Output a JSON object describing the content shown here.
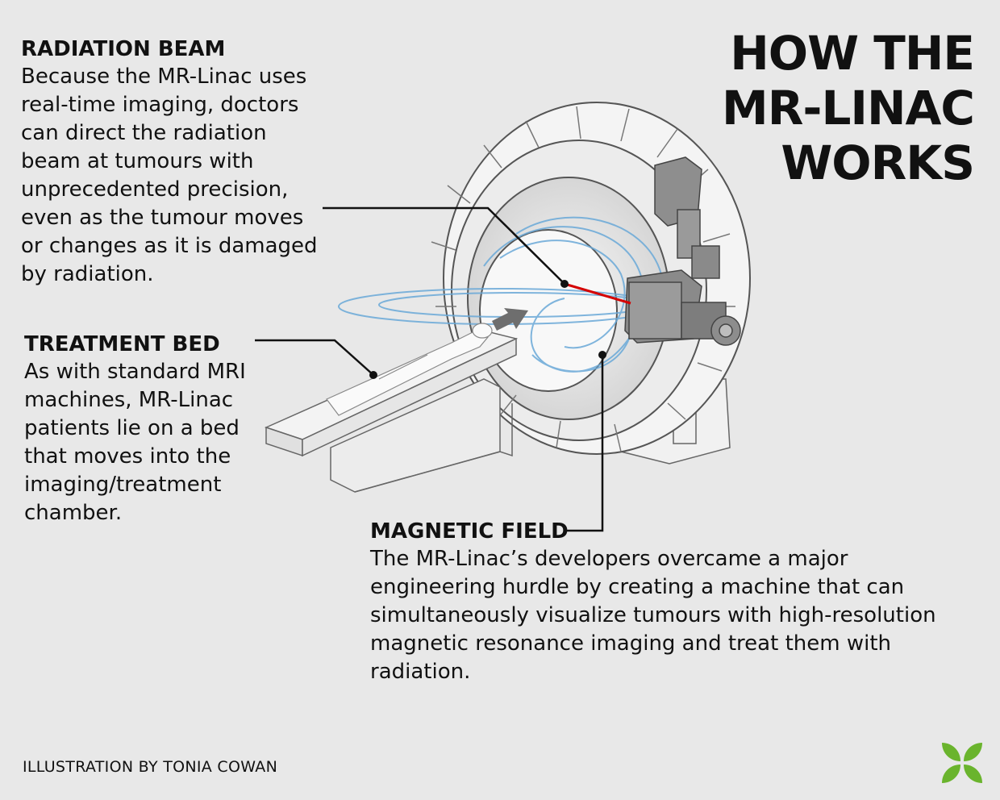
{
  "title": {
    "line1": "HOW THE",
    "line2": "MR-LINAC",
    "line3": "WORKS"
  },
  "callouts": {
    "radiation_beam": {
      "heading": "RADIATION BEAM",
      "body": "Because the MR-Linac uses real-time imaging, doctors can direct the radiation beam at tumours with unprecedented precision, even as the tumour moves or changes as it is damaged by radiation."
    },
    "treatment_bed": {
      "heading": "TREATMENT BED",
      "body": "As with standard MRI machines, MR-Linac patients lie on a bed that moves into the imaging/treatment chamber."
    },
    "magnetic_field": {
      "heading": "MAGNETIC FIELD",
      "body": "The MR-Linac’s developers overcame a major engineering hurdle by creating a machine that can simultaneously visualize tumours with high-resolution magnetic resonance imaging and treat them with radiation."
    }
  },
  "credit": "ILLUSTRATION BY TONIA COWAN",
  "colors": {
    "background": "#e8e8e8",
    "beam": "#d40000",
    "field_lines": "#6aa9d8",
    "logo": "#6ab42d",
    "leader": "#111111"
  },
  "icons": [
    "mr-linac-machine-illustration",
    "patient-figure",
    "arrow-into-bore",
    "leaf-logo-icon"
  ]
}
